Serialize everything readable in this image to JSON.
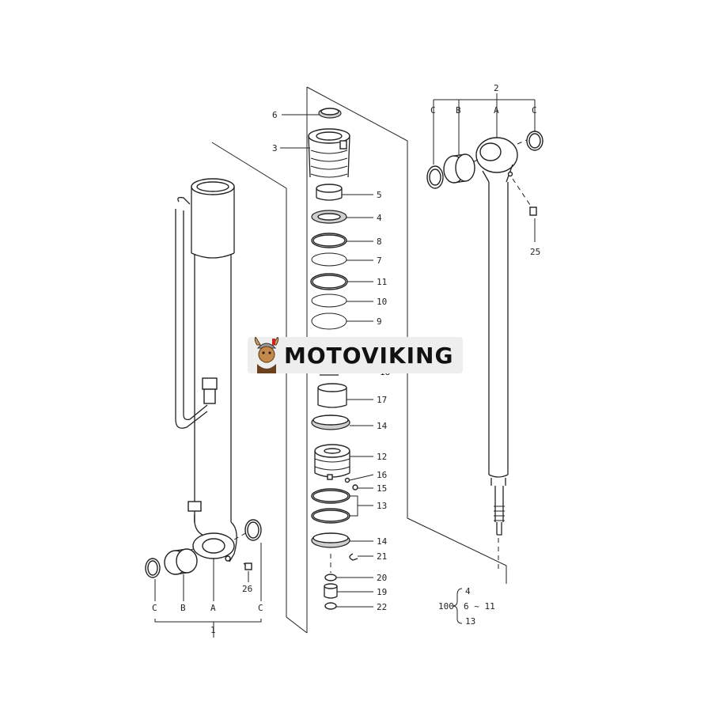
{
  "labels": {
    "p1": "1",
    "p2": "2",
    "p3": "3",
    "p4": "4",
    "p5": "5",
    "p6": "6",
    "p7": "7",
    "p8": "8",
    "p9": "9",
    "p10": "10",
    "p11": "11",
    "p12": "12",
    "p13": "13",
    "p14a": "14",
    "p14b": "14",
    "p15": "15",
    "p16": "16",
    "p17": "17",
    "p18": "18",
    "p19": "19",
    "p20": "20",
    "p21": "21",
    "p22": "22",
    "p25": "25",
    "p26": "26",
    "tube_A": "A",
    "tube_B": "B",
    "tube_C1": "C",
    "tube_C2": "C",
    "rod_A": "A",
    "rod_B": "B",
    "rod_C1": "C",
    "rod_C2": "C"
  },
  "kit": {
    "number": "100",
    "item1": "4",
    "item2": "6 ~ 11",
    "item3": "13"
  },
  "watermark": {
    "text": "MOTOVIKING"
  }
}
